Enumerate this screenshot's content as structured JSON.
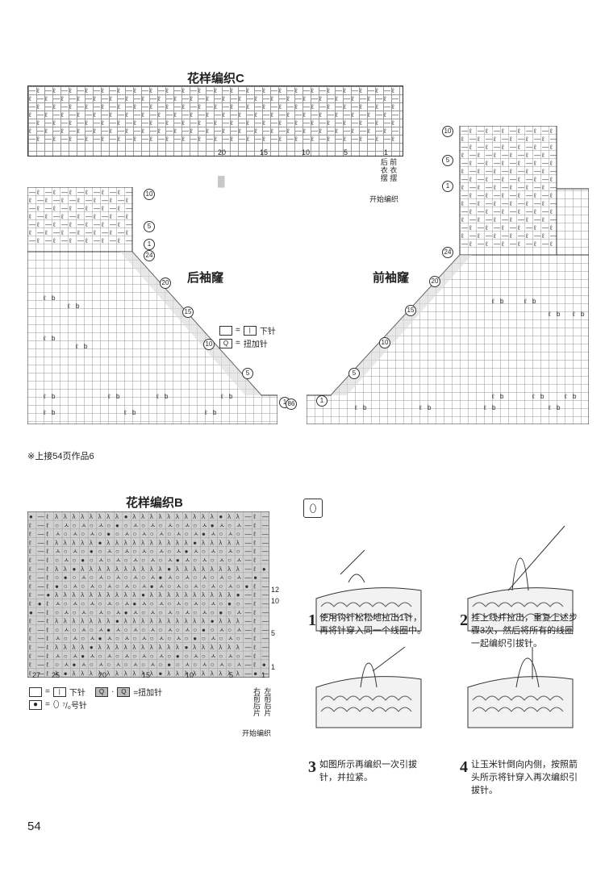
{
  "page_number": "54",
  "pattern_c": {
    "title": "花样编织C",
    "bottom_ticks": [
      "20",
      "15",
      "10",
      "5",
      "1"
    ],
    "annotation": [
      "后",
      "前",
      "衣",
      "衣",
      "摆",
      "摆"
    ],
    "start_label": "开始编织"
  },
  "back_sleeve": {
    "title": "后袖窿",
    "row_marks": [
      "10",
      "5",
      "1",
      "24",
      "20",
      "15",
      "10",
      "5",
      "1"
    ]
  },
  "front_sleeve": {
    "title": "前袖窿",
    "row_marks": [
      "10",
      "5",
      "1",
      "24",
      "20",
      "15",
      "10",
      "5",
      "1"
    ],
    "center_mark": "86"
  },
  "legend_c": {
    "knit": "下针",
    "twist_increase": "扭加针"
  },
  "note": "※上接54页作品6",
  "pattern_b": {
    "title": "花样编织B",
    "bottom_ticks": [
      "27",
      "25",
      "20",
      "15",
      "10",
      "5",
      "1"
    ],
    "right_ticks": [
      "12",
      "10",
      "5",
      "1"
    ],
    "legend_knit": "下针",
    "legend_increase": "=扭加针",
    "legend_needle": "⁷/₀号针",
    "side_labels": [
      "右前后片",
      "左前后片"
    ],
    "start_label": "开始编织"
  },
  "steps": [
    {
      "num": "1",
      "text": "使用钩针松松地拉出1针，再将针穿入同一个线圈中。"
    },
    {
      "num": "2",
      "text": "挂上线并拉出，重复上述步骤3次，然后将所有的线圈一起编织引拔针。"
    },
    {
      "num": "3",
      "text": "如图所示再编织一次引拔针，并拉紧。"
    },
    {
      "num": "4",
      "text": "让玉米针倒向内侧，按照箭头所示将针穿入再次编织引拔针。"
    }
  ],
  "colors": {
    "grid_line": "#9a9a9a",
    "shade": "#cfcfcf",
    "ink": "#222222"
  }
}
